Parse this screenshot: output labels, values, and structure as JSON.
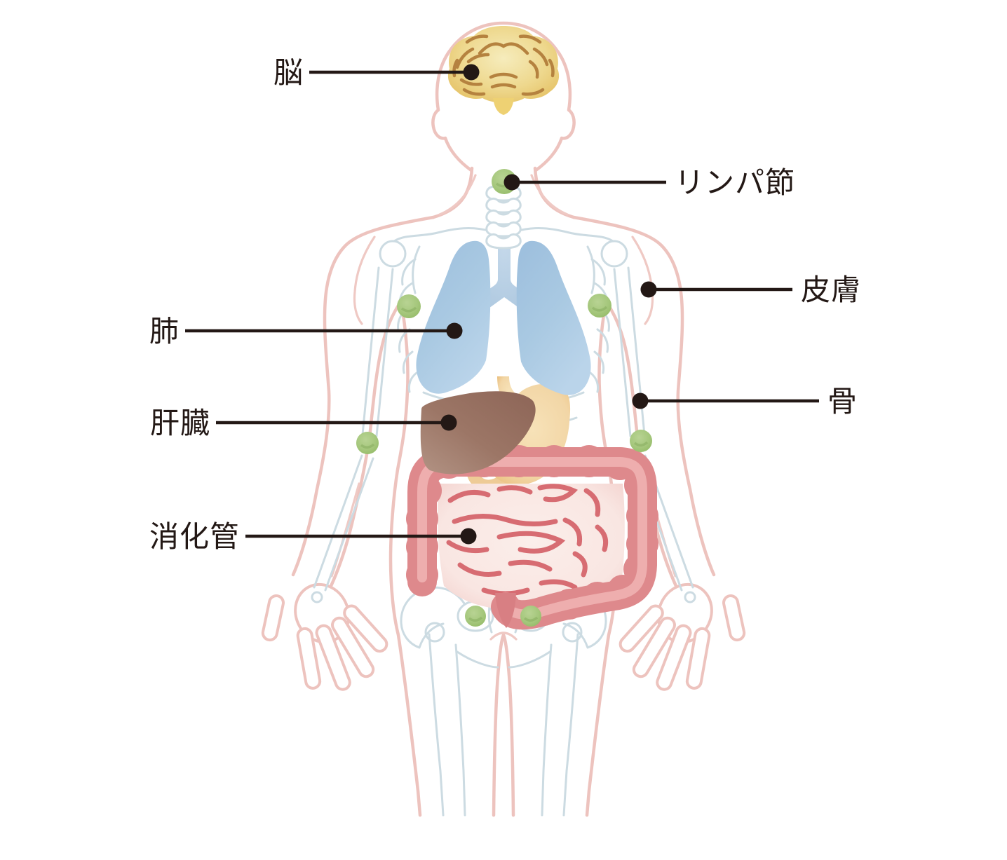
{
  "diagram": {
    "type": "anatomy-illustration",
    "subject": "human-body-front-organs-and-lymph-nodes",
    "background": "#ffffff",
    "labels": [
      {
        "id": "brain",
        "text": "脳",
        "side": "left"
      },
      {
        "id": "lymph-nodes",
        "text": "リンパ節",
        "side": "right"
      },
      {
        "id": "skin",
        "text": "皮膚",
        "side": "right"
      },
      {
        "id": "lungs",
        "text": "肺",
        "side": "left"
      },
      {
        "id": "bone",
        "text": "骨",
        "side": "right"
      },
      {
        "id": "liver",
        "text": "肝臓",
        "side": "left"
      },
      {
        "id": "digestive-tract",
        "text": "消化管",
        "side": "left"
      }
    ],
    "lymph_node_count": 7,
    "colors": {
      "body_outline": "#edc3be",
      "muscle_line": "#efc9c4",
      "skeleton": "#ccdbe2",
      "trachea": "#b7cfe4",
      "lung": "#a9c9e2",
      "brain": "#eed88e",
      "brain_sulci": "#b5823f",
      "liver": "#96705f",
      "stomach": "#f2d6a6",
      "colon": "#de898c",
      "colon_highlight": "#f0b3b1",
      "small_intestine": "#f9e6e2",
      "small_intestine_lines": "#d76c72",
      "lymph_node": "#a5c77c",
      "leader_line": "#231815",
      "label_text": "#231815"
    }
  }
}
